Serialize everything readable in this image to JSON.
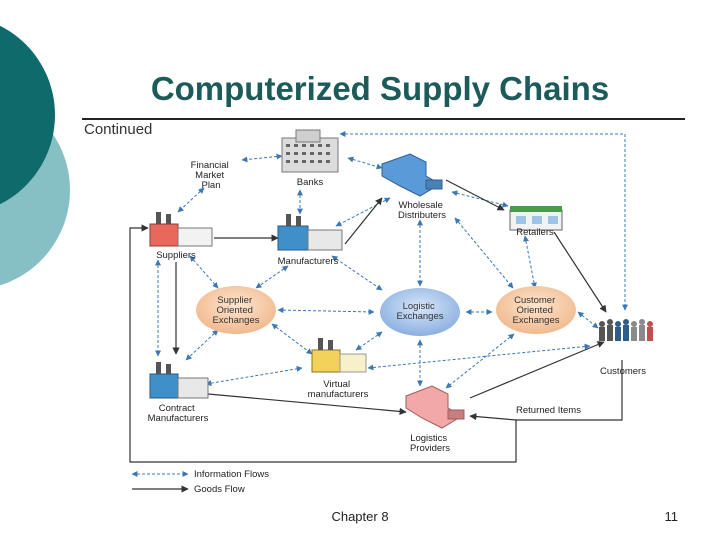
{
  "slide": {
    "title": "Computerized Supply Chains",
    "subtitle": "Continued",
    "footer_center": "Chapter 8",
    "page_number": "11"
  },
  "diagram": {
    "nodes": {
      "financial_market_plan": [
        "Financial",
        "Market",
        "Plan"
      ],
      "banks": [
        "Banks"
      ],
      "wholesale_distributors": [
        "Wholesale",
        "Distributers"
      ],
      "retailers": [
        "Retailers"
      ],
      "suppliers": [
        "Suppliers"
      ],
      "manufacturers": [
        "Manufacturers"
      ],
      "customers": [
        "Customers"
      ],
      "virtual_manufacturers": [
        "Virtual",
        "manufacturers"
      ],
      "contract_manufacturers": [
        "Contract",
        "Manufacturers"
      ],
      "logistics_providers": [
        "Logistics",
        "Providers"
      ],
      "returned_items": [
        "Returned Items"
      ]
    },
    "exchanges": {
      "supplier_oriented": [
        "Supplier",
        "Oriented",
        "Exchanges"
      ],
      "logistic": [
        "Logistic",
        "Exchanges"
      ],
      "customer_oriented": [
        "Customer",
        "Oriented",
        "Exchanges"
      ]
    },
    "legend": {
      "information_flows": "Information Flows",
      "goods_flow": "Goods Flow"
    },
    "colors": {
      "accent_teal": "#0f6b6b",
      "light_teal": "#86c0c4",
      "info_flow": "#3b78b5",
      "goods_flow": "#333333",
      "exchange_orange": "#f3c6a2",
      "exchange_blue": "#9fbee6"
    }
  }
}
